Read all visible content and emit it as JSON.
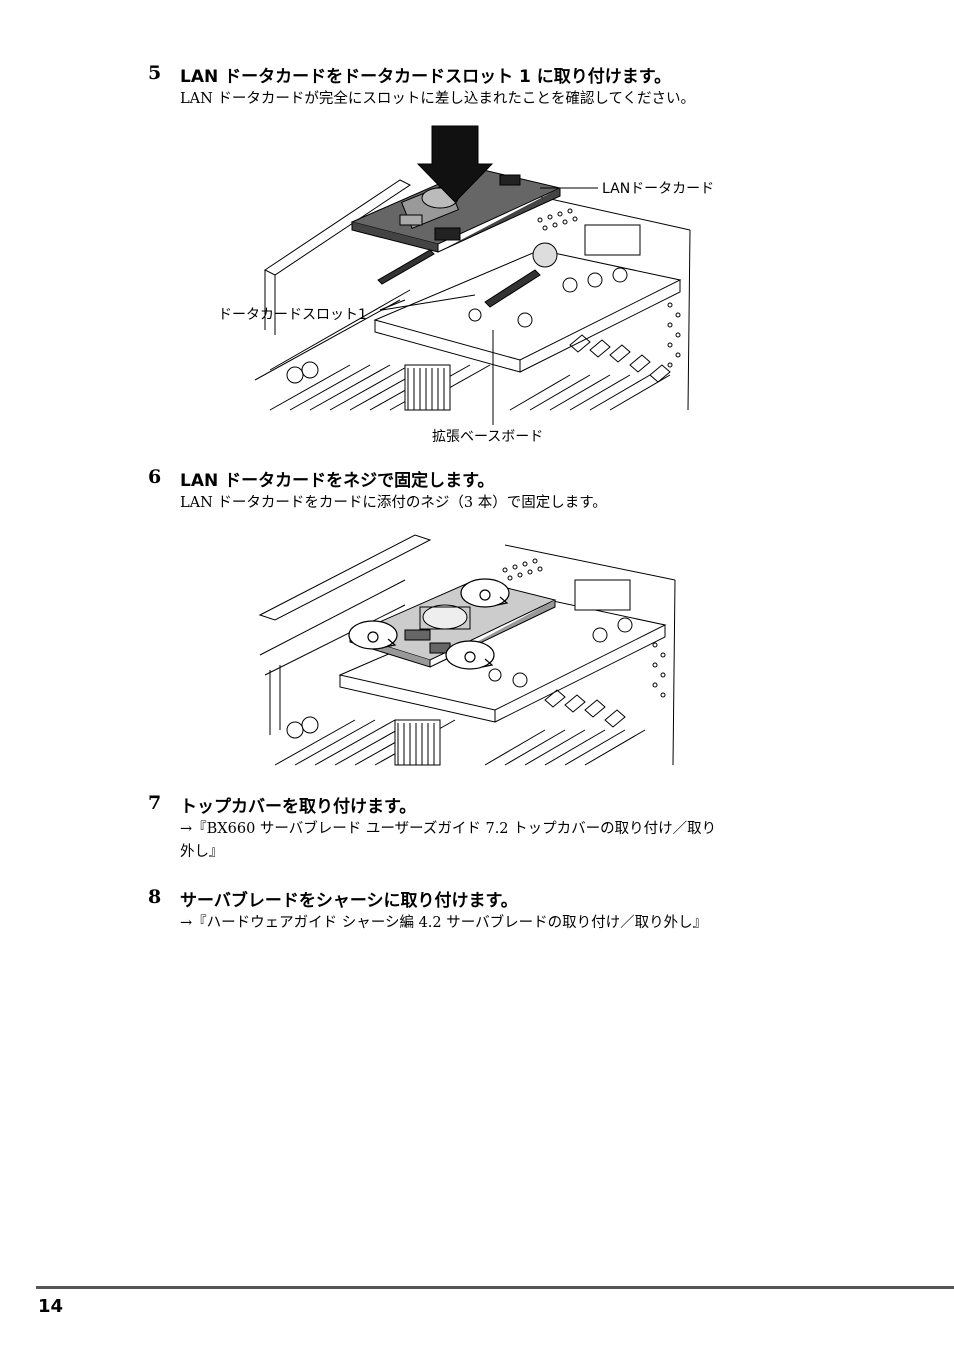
{
  "steps": [
    {
      "number": "5",
      "title": "LAN ドータカードをドータカードスロット 1 に取り付けます。",
      "body": [
        "LAN ドータカードが完全にスロットに差し込まれたことを確認してください。"
      ]
    },
    {
      "number": "6",
      "title": "LAN ドータカードをネジで固定します。",
      "body": [
        "LAN ドータカードをカードに添付のネジ（3 本）で固定します。"
      ]
    },
    {
      "number": "7",
      "title": "トップカバーを取り付けます。",
      "body": [
        "→『BX660 サーバブレード ユーザーズガイド 7.2 トップカバーの取り付け／取り",
        "外し』"
      ]
    },
    {
      "number": "8",
      "title": "サーバブレードをシャーシに取り付けます。",
      "body": [
        "→『ハードウェアガイド シャーシ編 4.2 サーバブレードの取り付け／取り外し』"
      ]
    }
  ],
  "figure1": {
    "callouts": {
      "lan_card": "LANドータカード",
      "slot": "ドータカードスロット1",
      "base_board": "拡張ベースボード"
    }
  },
  "page_number": "14"
}
